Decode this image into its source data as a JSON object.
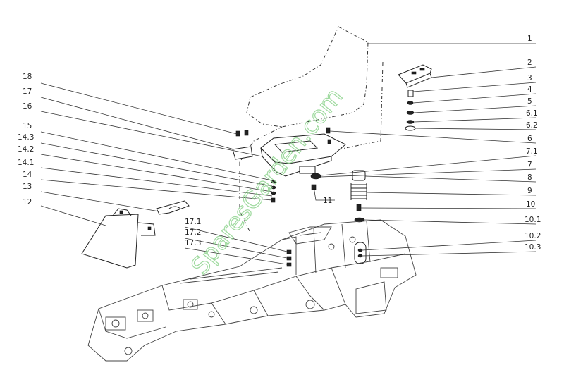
{
  "labels": {
    "l1": "1",
    "l2": "2",
    "l3": "3",
    "l4": "4",
    "l5": "5",
    "l6_1": "6.1",
    "l6_2": "6.2",
    "l6": "6",
    "l7_1": "7.1",
    "l7": "7",
    "l8": "8",
    "l9": "9",
    "l10": "10",
    "l10_1": "10.1",
    "l10_2": "10.2",
    "l10_3": "10.3",
    "l11": "11",
    "l12": "12",
    "l13": "13",
    "l14": "14",
    "l14_1": "14.1",
    "l14_2": "14.2",
    "l14_3": "14.3",
    "l15": "15",
    "l16": "16",
    "l17": "17",
    "l18": "18",
    "l17_1": "17.1",
    "l17_2": "17.2",
    "l17_3": "17.3"
  },
  "watermark": "SparesGarden.com",
  "colors": {
    "watermark": "#8fd48f",
    "lines": "#333333"
  }
}
